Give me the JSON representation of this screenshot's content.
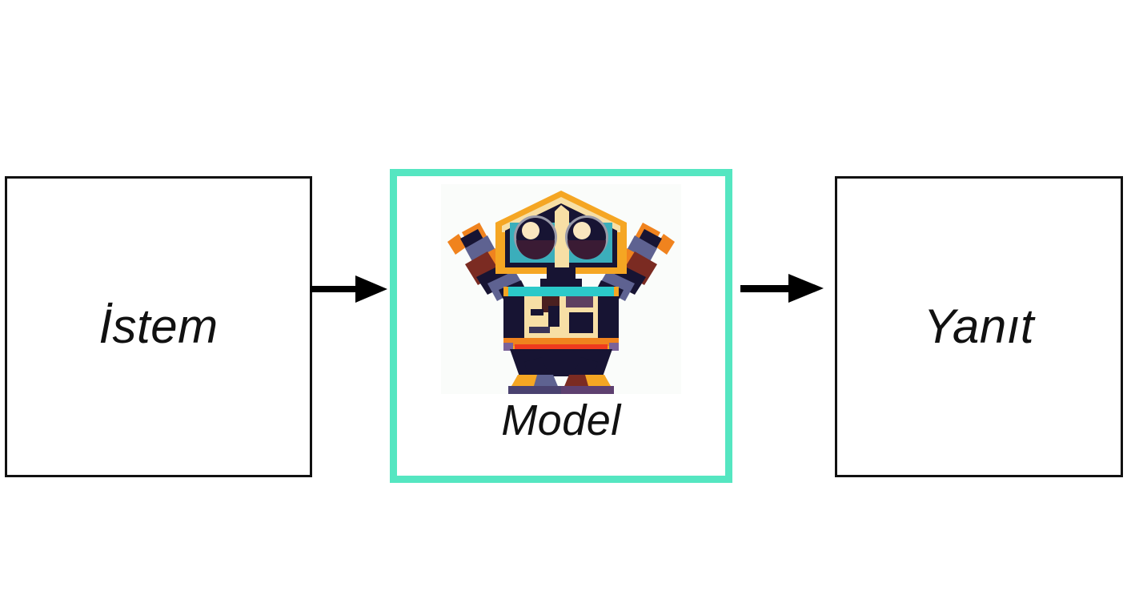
{
  "diagram": {
    "type": "flow",
    "background_color": "#ffffff",
    "nodes": [
      {
        "id": "prompt",
        "label": "İstem",
        "style": "plain",
        "border_color": "#111111"
      },
      {
        "id": "model",
        "label": "Model",
        "style": "highlighted",
        "border_color": "#55E6C1",
        "icon": "robot-illustration"
      },
      {
        "id": "response",
        "label": "Yanıt",
        "style": "plain",
        "border_color": "#111111"
      }
    ],
    "edges": [
      {
        "id": "prompt-to-model",
        "from": "prompt",
        "to": "model",
        "icon": "arrow-right-icon",
        "color": "#000000"
      },
      {
        "id": "model-to-response",
        "from": "model",
        "to": "response",
        "icon": "arrow-right-icon",
        "color": "#000000"
      }
    ]
  },
  "boxes": {
    "prompt": {
      "label": "İstem"
    },
    "model": {
      "label": "Model",
      "image_alt": "robot-illustration"
    },
    "response": {
      "label": "Yanıt"
    }
  },
  "colors": {
    "accent": "#55E6C1",
    "outline": "#111111",
    "arrow": "#000000",
    "image_background": "#FAFCFA",
    "robot_gold": "#F5A623",
    "robot_cream": "#F7DFA5",
    "robot_teal": "#3BAEBB",
    "robot_navy": "#171433",
    "robot_orange": "#F0831E",
    "robot_maroon": "#7B2B22",
    "robot_slate": "#5E6291",
    "robot_red": "#EF3B1E",
    "robot_purple": "#6B6399"
  }
}
